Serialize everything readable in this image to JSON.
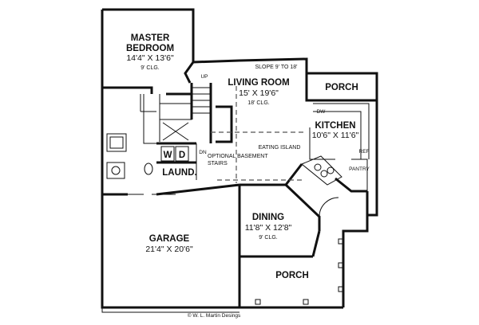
{
  "rooms": {
    "master_bedroom": {
      "name_line1": "MASTER",
      "name_line2": "BEDROOM",
      "dims": "14'4\" X 13'6\"",
      "note": "9' CLG."
    },
    "living_room": {
      "name": "LIVING ROOM",
      "dims": "15' X 19'6\"",
      "note": "18' CLG.",
      "slope_note": "SLOPE 9' TO 18'"
    },
    "porch_rear": {
      "name": "PORCH"
    },
    "kitchen": {
      "name": "KITCHEN",
      "dims": "10'6\" X 11'6\""
    },
    "eating_island": {
      "name": "EATING ISLAND"
    },
    "optional_basement_stairs": {
      "line1": "OPTIONAL BASEMENT",
      "line2": "STAIRS"
    },
    "laundry": {
      "name": "LAUND."
    },
    "washer": "W",
    "dryer": "D",
    "garage": {
      "name": "GARAGE",
      "dims": "21'4\" X 20'6\""
    },
    "dining": {
      "name": "DINING",
      "dims": "11'8\" X 12'8\"",
      "note": "9' CLG."
    },
    "porch_front": {
      "name": "PORCH"
    },
    "pantry": "PANTRY",
    "dishwasher": "DW",
    "refrigerator": "REF",
    "stair_up": "UP",
    "stair_down": "DN"
  },
  "credit": "© W. L. Martin Desings"
}
